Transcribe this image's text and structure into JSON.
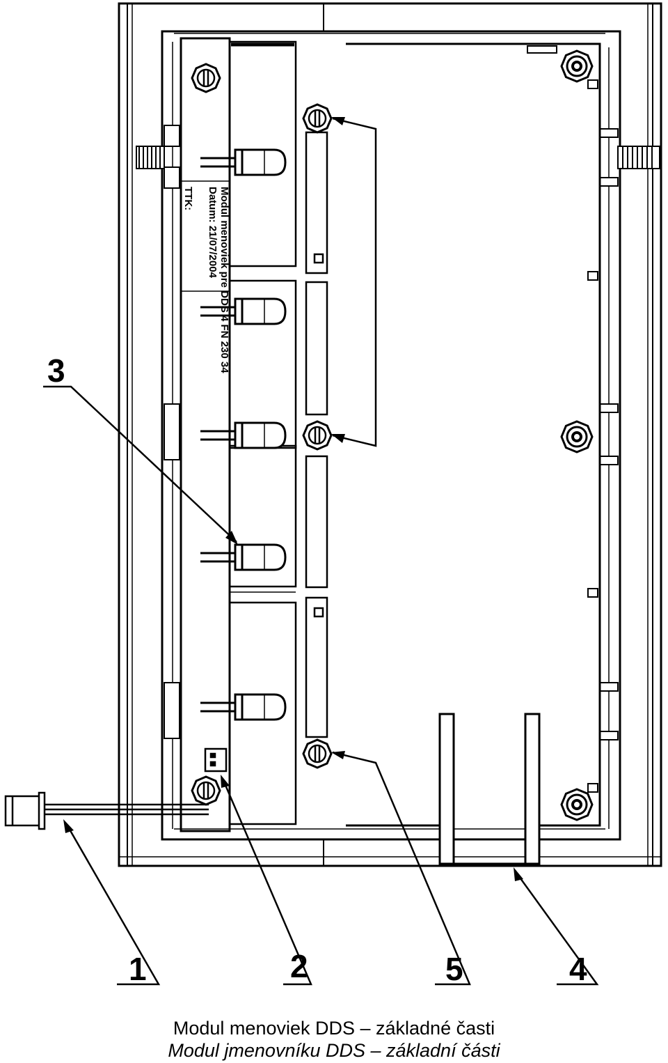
{
  "callouts": {
    "c1": "1",
    "c2": "2",
    "c3": "3",
    "c4": "4",
    "c5": "5"
  },
  "pcb_label": {
    "line1": "Modul menoviek pre DDS  4 FN 230 34",
    "line2": "Datum: 21/07/2004",
    "ttk": "TTK:"
  },
  "caption": {
    "line_sk": "Modul menoviek DDS – základné časti",
    "line_cz": "Modul jmenovníku DDS – základní části"
  }
}
